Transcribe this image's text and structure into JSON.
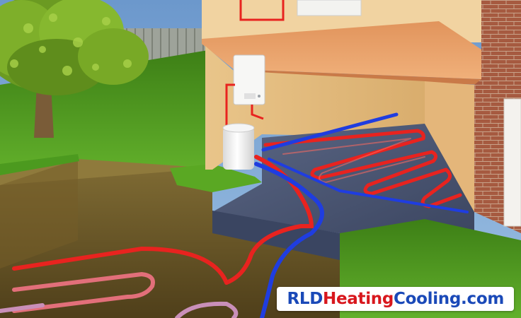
{
  "watermark": {
    "parts": [
      {
        "text": "RLD",
        "color": "#1a49b8"
      },
      {
        "text": "Heating",
        "color": "#d8171d"
      },
      {
        "text": "Cooling",
        "color": "#1a49b8"
      },
      {
        "text": ".com",
        "color": "#1a49b8"
      }
    ]
  },
  "colors": {
    "hot_pipe": "#e8231f",
    "cold_pipe": "#1f3de0",
    "grass": "#4c9a1f",
    "soil": "#8a7036",
    "brick": "#a2553e",
    "floor": "#4d5a78"
  },
  "icons": [
    "tree",
    "boiler",
    "hot-water-cylinder",
    "ground-loop",
    "underfloor-heating"
  ]
}
